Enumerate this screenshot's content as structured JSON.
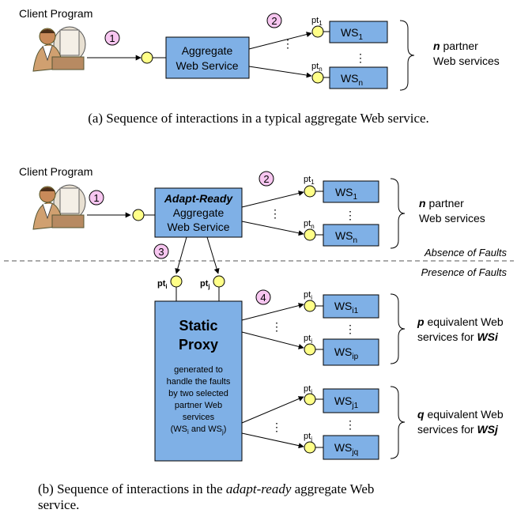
{
  "panel_a": {
    "client_label": "Client Program",
    "step1": "1",
    "step2": "2",
    "aggregate_line1": "Aggregate",
    "aggregate_line2": "Web Service",
    "pt_top": "pt",
    "pt_top_sub": "1",
    "pt_bottom": "pt",
    "pt_bottom_sub": "n",
    "ws_top": "WS",
    "ws_top_sub": "1",
    "ws_bottom": "WS",
    "ws_bottom_sub": "n",
    "partner_bold": "n",
    "partner_rest": " partner",
    "partner_line2": "Web services",
    "caption": "(a) Sequence of interactions in a typical aggregate Web service."
  },
  "panel_b": {
    "client_label": "Client Program",
    "step1": "1",
    "step2": "2",
    "step3": "3",
    "step4": "4",
    "aggregate_line1": "Adapt-Ready",
    "aggregate_line2": "Aggregate",
    "aggregate_line3": "Web Service",
    "pt_top": "pt",
    "pt_top_sub": "1",
    "pt_bottom": "pt",
    "pt_bottom_sub": "n",
    "ws_top": "WS",
    "ws_top_sub": "1",
    "ws_bottom": "WS",
    "ws_bottom_sub": "n",
    "partner_bold": "n",
    "partner_rest": " partner",
    "partner_line2": "Web services",
    "absence_label": "Absence of Faults",
    "presence_label": "Presence of Faults",
    "proxy_pt_left": "pt",
    "proxy_pt_left_sub": "i",
    "proxy_pt_right": "pt",
    "proxy_pt_right_sub": "j",
    "proxy_title1": "Static",
    "proxy_title2": "Proxy",
    "proxy_desc": [
      "generated to",
      "handle the faults",
      "by two selected",
      "partner Web",
      "services"
    ],
    "proxy_desc_last_open": "(WS",
    "proxy_desc_last_i": "i",
    "proxy_desc_last_mid": " and WS",
    "proxy_desc_last_j": "j",
    "proxy_desc_last_close": ")",
    "pi_top": "pt",
    "pi_top_sub": "i",
    "pi_bottom": "pt",
    "pi_bottom_sub": "i",
    "wsi_top": "WS",
    "wsi_top_sub": "i1",
    "wsi_bottom": "WS",
    "wsi_bottom_sub": "ip",
    "pj_top": "pt",
    "pj_top_sub": "j",
    "pj_bottom": "pt",
    "pj_bottom_sub": "j",
    "wsj_top": "WS",
    "wsj_top_sub": "j1",
    "wsj_bottom": "WS",
    "wsj_bottom_sub": "jq",
    "equiv_p_bold": "p",
    "equiv_p_rest": " equivalent Web",
    "equiv_p_line2": "services for ",
    "equiv_p_ws": "WSi",
    "equiv_q_bold": "q",
    "equiv_q_rest": " equivalent Web",
    "equiv_q_line2": "services for ",
    "equiv_q_ws": "WSj",
    "caption_prefix": "(b) Sequence of interactions in the ",
    "caption_italic": "adapt-ready",
    "caption_suffix": " aggregate Web",
    "caption_line2": "service."
  },
  "colors": {
    "box_fill": "#7fb0e6",
    "port_fill": "#ffff88",
    "step_fill": "#f7c6f0",
    "line": "#000000"
  }
}
